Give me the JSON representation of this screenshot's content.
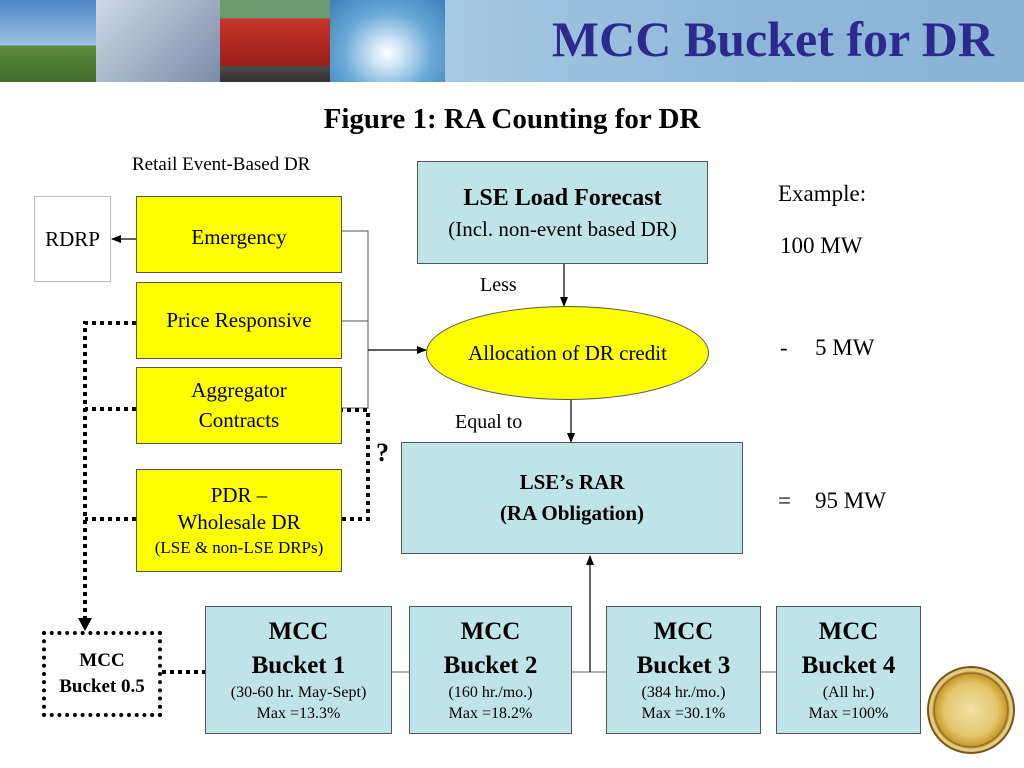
{
  "header": {
    "title": "MCC Bucket for DR"
  },
  "figure": {
    "title": "Figure 1: RA Counting for DR",
    "retail_label": "Retail Event-Based DR",
    "rdrp": "RDRP",
    "emergency": "Emergency",
    "price_responsive": "Price Responsive",
    "aggregator_line1": "Aggregator",
    "aggregator_line2": "Contracts",
    "pdr_line1": "PDR –",
    "pdr_line2": "Wholesale DR",
    "pdr_line3": "(LSE & non-LSE DRPs)",
    "question": "?",
    "forecast_title": "LSE Load Forecast",
    "forecast_sub": "(Incl. non-event based DR)",
    "less": "Less",
    "allocation": "Allocation of DR credit",
    "equal_to": "Equal to",
    "rar_line1": "LSE’s RAR",
    "rar_line2": "(RA Obligation)",
    "bucket05_line1": "MCC",
    "bucket05_line2": "Bucket 0.5",
    "buckets": [
      {
        "line1": "MCC",
        "line2": "Bucket 1",
        "hours": "(30-60 hr. May-Sept)",
        "max": "Max =13.3%"
      },
      {
        "line1": "MCC",
        "line2": "Bucket 2",
        "hours": "(160 hr./mo.)",
        "max": "Max =18.2%"
      },
      {
        "line1": "MCC",
        "line2": "Bucket 3",
        "hours": "(384 hr./mo.)",
        "max": "Max =30.1%"
      },
      {
        "line1": "MCC",
        "line2": "Bucket 4",
        "hours": "(All hr.)",
        "max": "Max =100%"
      }
    ]
  },
  "example": {
    "label": "Example:",
    "value1": "100 MW",
    "minus": "-",
    "value2": "5 MW",
    "equals": "=",
    "value3": "95 MW"
  }
}
